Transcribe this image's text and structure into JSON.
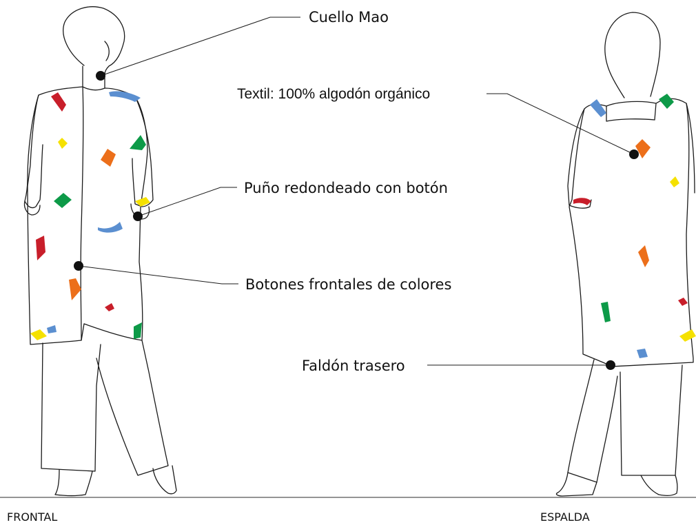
{
  "annotations": [
    {
      "id": "cuello",
      "text": "Cuello Mao"
    },
    {
      "id": "textil",
      "text": "Textil: 100% algodón orgánico"
    },
    {
      "id": "puno",
      "text": "Puño redondeado con botón"
    },
    {
      "id": "botones",
      "text": "Botones frontales de colores"
    },
    {
      "id": "faldon",
      "text": "Faldón trasero"
    }
  ],
  "views": {
    "front": "FRONTAL",
    "back": "ESPALDA"
  },
  "colors": {
    "red": "#c81e2a",
    "blue": "#5b8fd0",
    "green": "#0d9a48",
    "orange": "#ec6f1a",
    "yellow": "#f5e100",
    "line": "#1a1a1a"
  }
}
